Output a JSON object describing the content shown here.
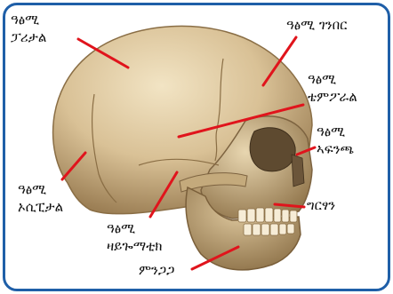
{
  "labels": {
    "parietal": {
      "line1": "ዓፅሚ",
      "line2": "ፓሪታል"
    },
    "frontal": {
      "line1": "ዓፅሚ ገንበር"
    },
    "temporal": {
      "line1": "ዓፅሚ",
      "line2": "ቴምፖራል"
    },
    "nasal": {
      "line1": "ዓፅሚ",
      "line2": "ኣፍንጫ"
    },
    "maxilla": {
      "line1": "ግርፃን"
    },
    "occipital": {
      "line1": "ዓፅሚ",
      "line2": "ኦሲፒታል"
    },
    "zygomatic": {
      "line1": "ዓፅሚ",
      "line2": "ዛይጐማቲክ"
    },
    "mandible": {
      "line1": "ምንጋጋ"
    }
  },
  "colors": {
    "border": "#1f5fa8",
    "leader_line": "#e0141c",
    "bone": "#dcc7a0",
    "bone_shadow": "#a98d63"
  }
}
